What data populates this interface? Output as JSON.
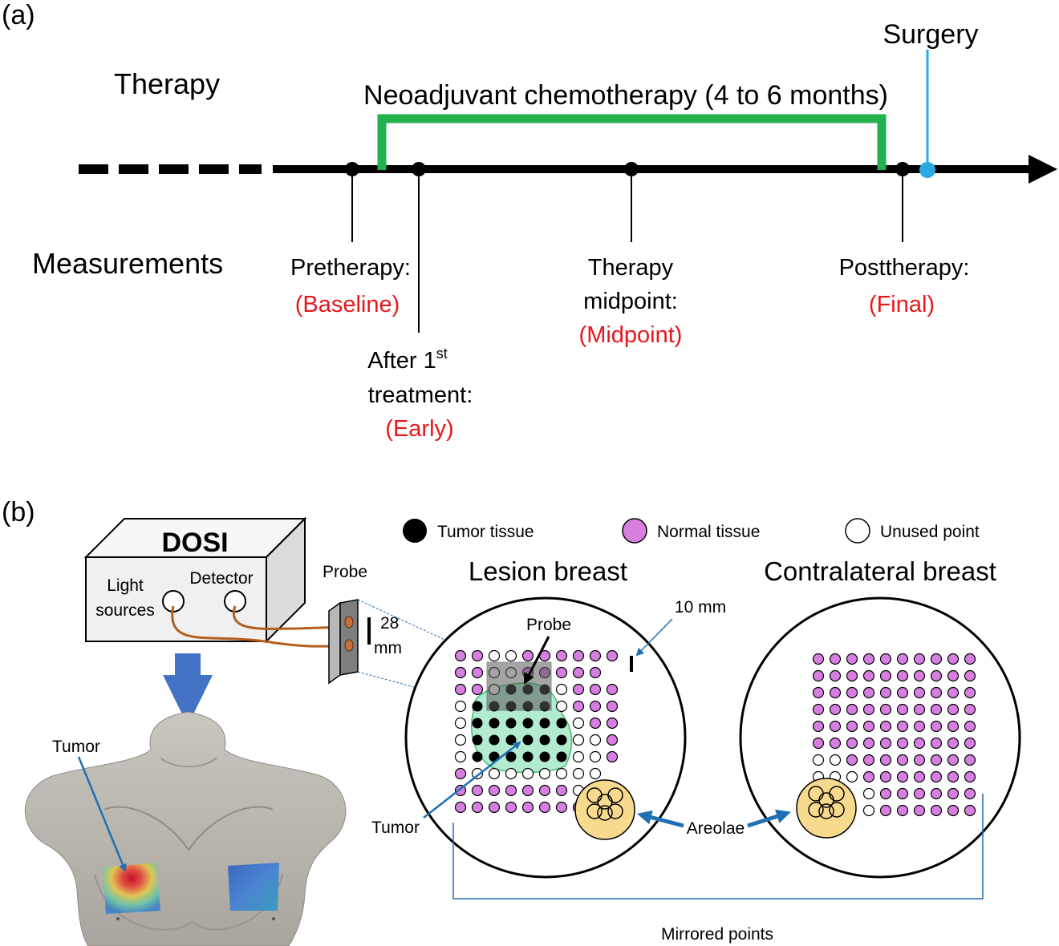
{
  "panel_a": {
    "label": "(a)",
    "therapy_label": "Therapy",
    "measurements_label": "Measurements",
    "chemo_label": "Neoadjuvant chemotherapy (4 to 6 months)",
    "surgery_label": "Surgery",
    "timepoints": [
      {
        "name": "Pretherapy:",
        "tag": "(Baseline)"
      },
      {
        "name_line1": "After 1",
        "superscript": "st",
        "name_line2": "treatment:",
        "tag": "(Early)"
      },
      {
        "name_line1": "Therapy",
        "name_line2": "midpoint:",
        "tag": "(Midpoint)"
      },
      {
        "name": "Posttherapy:",
        "tag": "(Final)"
      }
    ],
    "colors": {
      "timeline": "#000000",
      "chemo_bracket": "#22b14c",
      "surgery": "#29abe2",
      "tag": "#e8171b"
    }
  },
  "panel_b": {
    "label": "(b)",
    "device": {
      "title": "DOSI",
      "light_line1": "Light",
      "light_line2": "sources",
      "detector": "Detector"
    },
    "probe": {
      "label": "Probe",
      "size_value": "28",
      "size_unit": "mm"
    },
    "torso_tumor_label": "Tumor",
    "legend": {
      "tumor": "Tumor tissue",
      "normal": "Normal tissue",
      "unused": "Unused point"
    },
    "lesion_title": "Lesion breast",
    "contralateral_title": "Contralateral breast",
    "spacing_label": "10 mm",
    "probe_in_grid_label": "Probe",
    "tumor_in_grid_label": "Tumor",
    "areolae_label": "Areolae",
    "mirrored_label": "Mirrored points",
    "colors": {
      "tumor": "#000000",
      "normal": "#d67fe0",
      "unused": "#ffffff",
      "areola": "#f8da8f",
      "tumor_region": "#a5e8c8",
      "arrow": "#1f6fb5",
      "cable": "#b35f1d",
      "device": "#f0f0f0"
    }
  }
}
